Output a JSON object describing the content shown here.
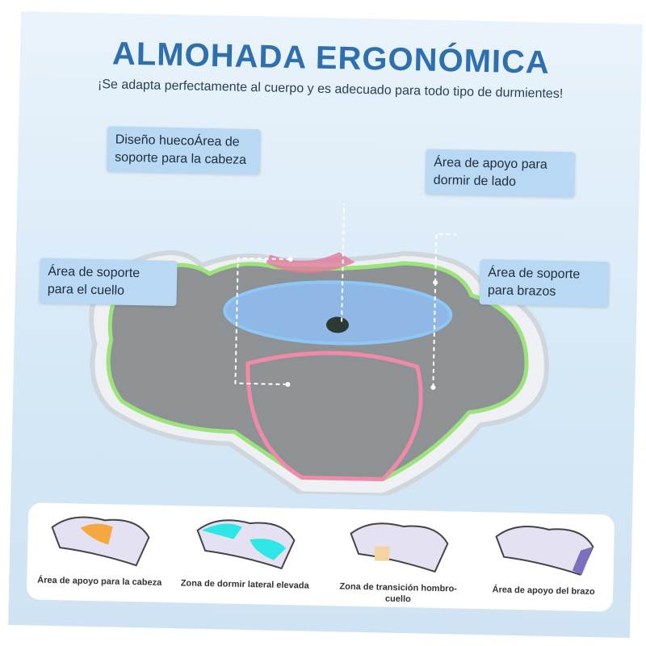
{
  "header": {
    "title": "ALMOHADA ERGONÓMICA",
    "subtitle": "¡Se adapta perfectamente al cuerpo y es adecuado para todo tipo de durmientes!"
  },
  "callouts": [
    {
      "label": "Diseño huecoÁrea de soporte para la cabeza"
    },
    {
      "label": "Área de apoyo para dormir de lado"
    },
    {
      "label": "Área de soporte para el cuello"
    },
    {
      "label": "Área de soporte para brazos"
    }
  ],
  "zones": [
    {
      "label": "Área de apoyo para la cabeza",
      "color": "#f5a742"
    },
    {
      "label": "Zona de dormir lateral elevada",
      "color": "#2ee6e6"
    },
    {
      "label": "Zona de transición hombro-cuello",
      "color": "#f5d3a0"
    },
    {
      "label": "Área de apoyo del brazo",
      "color": "#7c6fc0"
    }
  ]
}
